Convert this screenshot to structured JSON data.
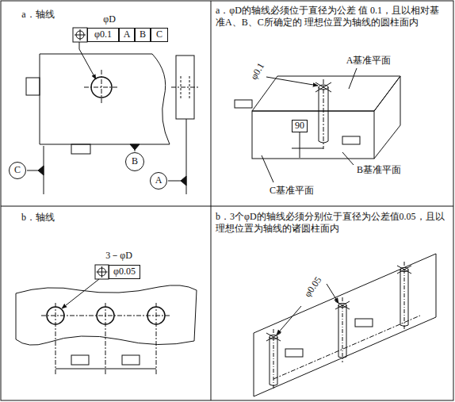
{
  "diagram": {
    "nodes": [
      {
        "text": [
          "φ0.1"
        ]
      },
      {
        "text": [
          "A"
        ]
      },
      {
        "text": [
          "B"
        ]
      },
      {
        "text": [
          "C"
        ]
      },
      {
        "text": [
          "B"
        ]
      },
      {
        "text": [
          "A"
        ]
      },
      {
        "text": [
          "C"
        ]
      },
      {
        "text": [
          "90"
        ]
      },
      {
        "text": [
          "φ0.05"
        ]
      }
    ],
    "labels": [
      "a．轴线",
      "φD",
      "a．φD的轴线必须位于直径为公差 值 0.1，且以相对基准A、B、C所确定的 理想位置为轴线的圆柱面内",
      "A基准平面",
      "φ0.1",
      "B基准平面",
      "C基准平面",
      "b．轴线",
      "3－φD",
      "b．3个φD的轴线必须分别位于直径为公差值0.05，且以理想位置为轴线的诸圆柱面内",
      "φ0.05"
    ]
  }
}
